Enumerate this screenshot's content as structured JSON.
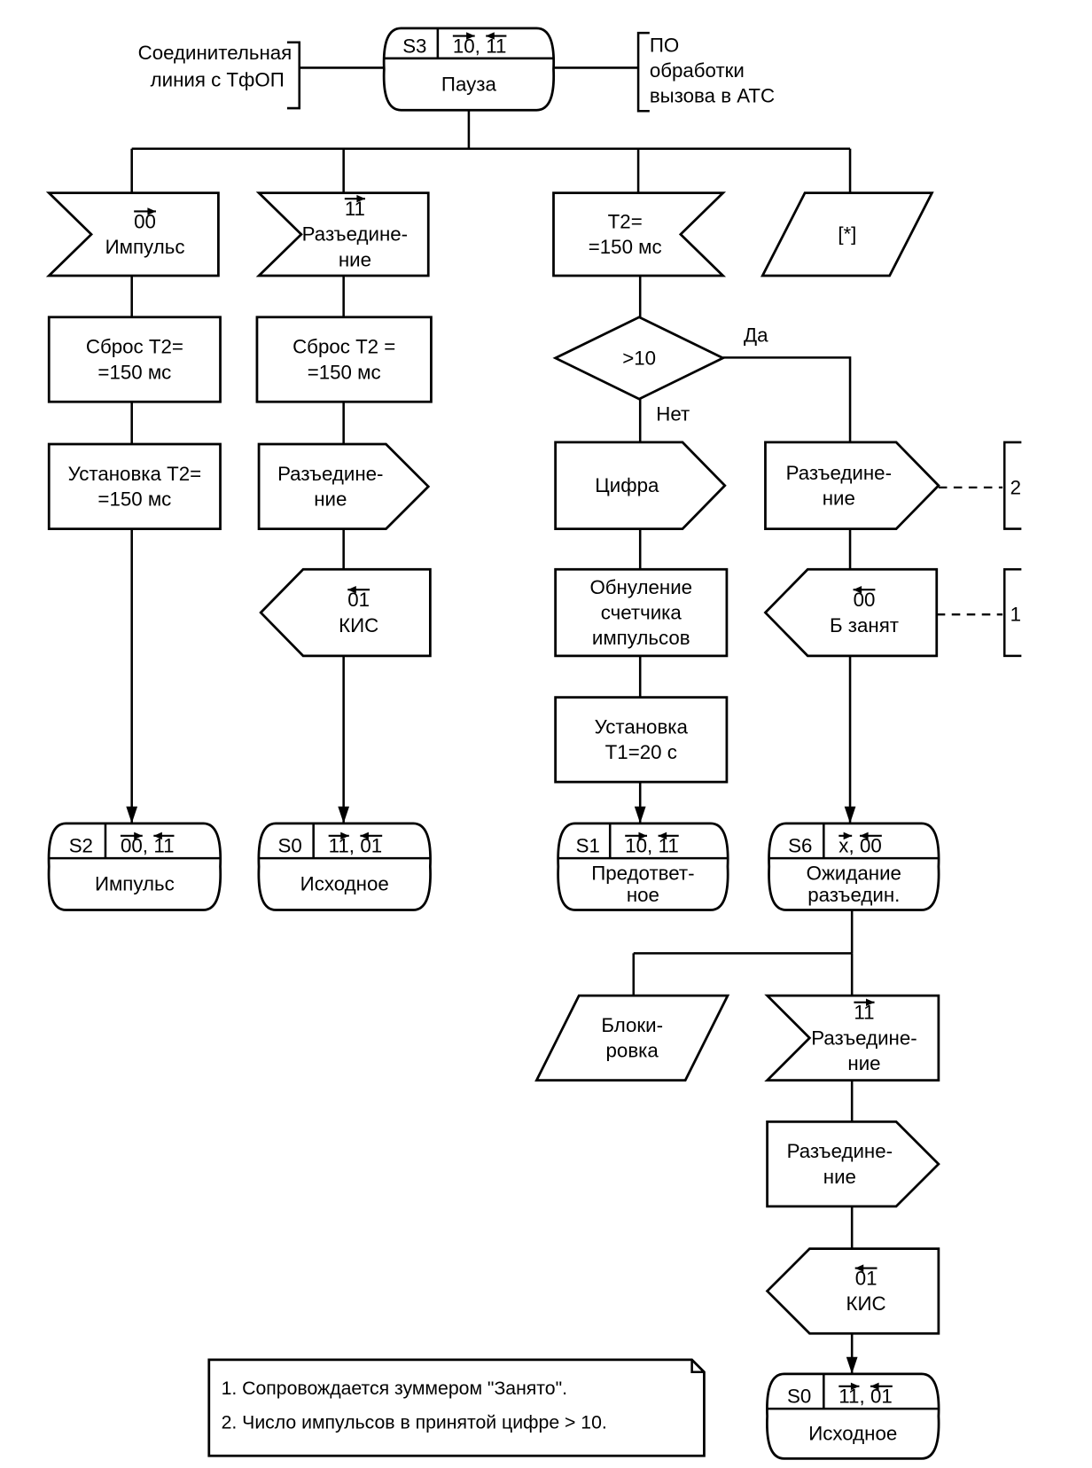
{
  "environment": {
    "left": [
      "Соединительная",
      "линия с ТфОП"
    ],
    "right": [
      "ПО",
      "обработки",
      "вызова в АТС"
    ]
  },
  "states": {
    "s3": {
      "id": "S3",
      "signals": [
        {
          "text": "10",
          "dir": "right"
        },
        {
          "text": "11",
          "dir": "left"
        }
      ],
      "name": [
        "Пауза"
      ]
    },
    "s2": {
      "id": "S2",
      "signals": [
        {
          "text": "00",
          "dir": "right"
        },
        {
          "text": "11",
          "dir": "left"
        }
      ],
      "name": [
        "Импульс"
      ]
    },
    "s0a": {
      "id": "S0",
      "signals": [
        {
          "text": "11",
          "dir": "right"
        },
        {
          "text": "01",
          "dir": "left"
        }
      ],
      "name": [
        "Исходное"
      ]
    },
    "s1": {
      "id": "S1",
      "signals": [
        {
          "text": "10",
          "dir": "right"
        },
        {
          "text": "11",
          "dir": "left"
        }
      ],
      "name": [
        "Предответ-",
        "ное"
      ]
    },
    "s6": {
      "id": "S6",
      "signals": [
        {
          "text": "x",
          "dir": "right"
        },
        {
          "text": "00",
          "dir": "left"
        }
      ],
      "name": [
        "Ожидание",
        "разъедин."
      ]
    },
    "s0b": {
      "id": "S0",
      "signals": [
        {
          "text": "11",
          "dir": "right"
        },
        {
          "text": "01",
          "dir": "left"
        }
      ],
      "name": [
        "Исходное"
      ]
    }
  },
  "blocks": {
    "in_impulse": {
      "signal": {
        "text": "00",
        "dir": "right"
      },
      "lines": [
        "Импульс"
      ]
    },
    "in_disc1": {
      "signal": {
        "text": "11",
        "dir": "right"
      },
      "lines": [
        "Разъедине-",
        "ние"
      ]
    },
    "timer_t2": {
      "lines": [
        "T2=",
        "=150 мс"
      ]
    },
    "save_star": {
      "lines": [
        "[*]"
      ]
    },
    "reset1": {
      "lines": [
        "Сброс Т2=",
        "=150 мс"
      ]
    },
    "set1": {
      "lines": [
        "Установка Т2=",
        "=150 мс"
      ]
    },
    "reset2": {
      "lines": [
        "Сброс Т2 =",
        "=150 мс"
      ]
    },
    "out_disc1": {
      "lines": [
        "Разъедине-",
        "ние"
      ]
    },
    "out_kis1": {
      "signal": {
        "text": "01",
        "dir": "left"
      },
      "lines": [
        "КИС"
      ]
    },
    "decision": {
      "lines": [
        ">10"
      ]
    },
    "out_digit": {
      "lines": [
        "Цифра"
      ]
    },
    "zero_counter": {
      "lines": [
        "Обнуление",
        "счетчика",
        "импульсов"
      ]
    },
    "set_t1": {
      "lines": [
        "Установка",
        "Т1=20 с"
      ]
    },
    "out_disc2": {
      "lines": [
        "Разъедине-",
        "ние"
      ]
    },
    "out_busy": {
      "signal": {
        "text": "00",
        "dir": "left"
      },
      "lines": [
        "Б занят"
      ]
    },
    "block": {
      "lines": [
        "Блоки-",
        "ровка"
      ]
    },
    "in_disc2": {
      "signal": {
        "text": "11",
        "dir": "right"
      },
      "lines": [
        "Разъедине-",
        "ние"
      ]
    },
    "out_disc3": {
      "lines": [
        "Разъедине-",
        "ние"
      ]
    },
    "out_kis2": {
      "signal": {
        "text": "01",
        "dir": "left"
      },
      "lines": [
        "КИС"
      ]
    }
  },
  "branch": {
    "yes": "Да",
    "no": "Нет"
  },
  "refs": {
    "ref2": "2",
    "ref1": "1"
  },
  "notes": [
    "1. Сопровождается зуммером \"Занято\".",
    "2. Число импульсов в принятой цифре > 10."
  ]
}
